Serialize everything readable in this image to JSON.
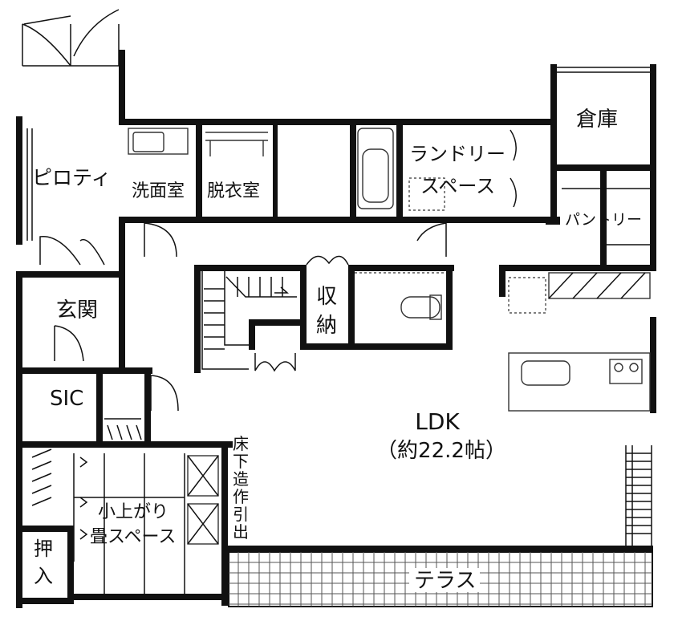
{
  "rooms": {
    "piloti": "ピロティ",
    "washroom": "洗面室",
    "dressing": "脱衣室",
    "laundry_line1": "ランドリー",
    "laundry_line2": "スペース",
    "storage": "倉庫",
    "pantry": "パントリー",
    "entrance": "玄関",
    "closet_line1": "収",
    "closet_line2": "納",
    "sic": "SIC",
    "ldk_name": "LDK",
    "ldk_size": "（約22.2帖）",
    "tatami_line1": "小上がり",
    "tatami_line2": "畳スペース",
    "oshiire_line1": "押",
    "oshiire_line2": "入",
    "underfloor": [
      "床",
      "下",
      "造",
      "作",
      "引",
      "出"
    ],
    "terrace": "テラス"
  }
}
